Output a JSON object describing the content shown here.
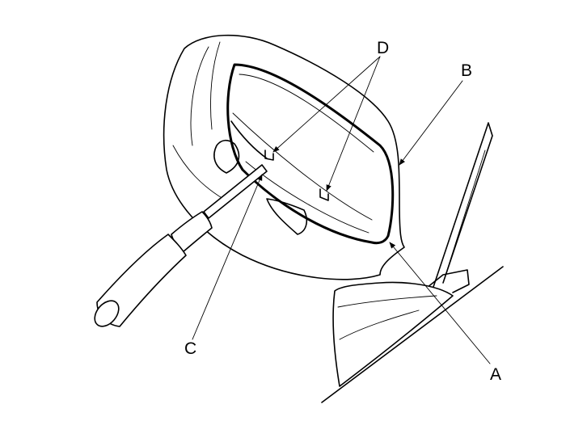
{
  "figure": {
    "callouts": {
      "a": "A",
      "b": "B",
      "c": "C",
      "d": "D"
    },
    "icons": {
      "mirror": "door-mirror-housing",
      "tool": "flat-tip-screwdriver"
    }
  }
}
